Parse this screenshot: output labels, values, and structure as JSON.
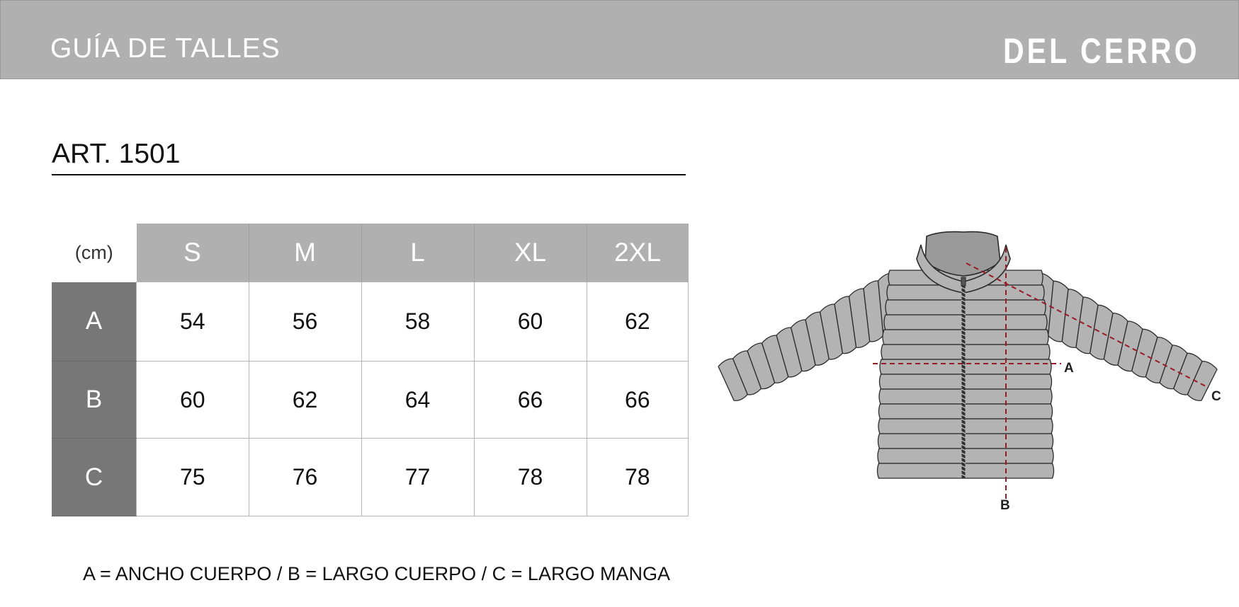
{
  "header": {
    "title": "GUÍA DE TALLES",
    "brand": "DEL CERRO"
  },
  "article": {
    "label": "ART. 1501"
  },
  "size_table": {
    "unit": "(cm)",
    "sizes": [
      "S",
      "M",
      "L",
      "XL",
      "2XL"
    ],
    "rows": [
      {
        "key": "A",
        "values": [
          "54",
          "56",
          "58",
          "60",
          "62"
        ]
      },
      {
        "key": "B",
        "values": [
          "60",
          "62",
          "64",
          "66",
          "66"
        ]
      },
      {
        "key": "C",
        "values": [
          "75",
          "76",
          "77",
          "78",
          "78"
        ]
      }
    ]
  },
  "legend": "A = ANCHO CUERPO / B = LARGO CUERPO / C = LARGO MANGA",
  "diagram": {
    "labels": {
      "a": "A",
      "b": "B",
      "c": "C"
    },
    "colors": {
      "fabric": "#b3b3b3",
      "outline": "#2b2b2b",
      "measure_line": "#9b1b25"
    },
    "icon": "puffer-jacket-icon"
  }
}
